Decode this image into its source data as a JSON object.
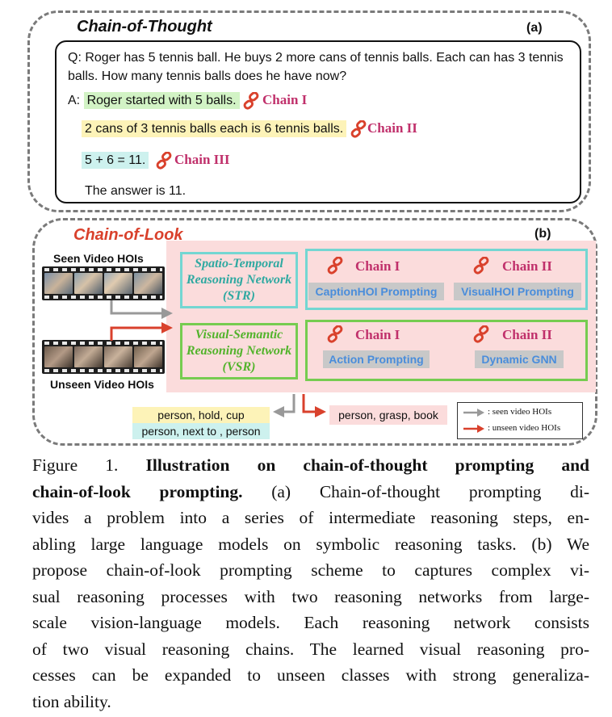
{
  "panel_a": {
    "title": "Chain-of-Thought",
    "tag": "(a)",
    "question_line1": "Q: Roger has 5 tennis ball. He buys 2 more cans of tennis balls. Each can has 3 tennis",
    "question_line2": "balls. How many tennis balls does he have now?",
    "answer_prefix": "A:",
    "step1": "Roger started with 5 balls.",
    "chain1": "Chain I",
    "step2": "2 cans of 3 tennis balls  each is 6 tennis balls.",
    "chain2": "Chain II",
    "step3": "5 + 6 = 11.",
    "chain3": "Chain III",
    "final": "The answer is 11."
  },
  "panel_b": {
    "title": "Chain-of-Look",
    "tag": "(b)",
    "seen_label": "Seen Video HOIs",
    "unseen_label": "Unseen Video HOIs",
    "str_box": [
      "Spatio-Temporal",
      "Reasoning Network",
      "(STR)"
    ],
    "vsr_box": [
      "Visual-Semantic",
      "Reasoning Network",
      "(VSR)"
    ],
    "str_chains": {
      "chain1": "Chain I",
      "chain2": "Chain II",
      "prompt1": "CaptionHOI Prompting",
      "prompt2": "VisualHOI Prompting"
    },
    "vsr_chains": {
      "chain1": "Chain I",
      "chain2": "Chain II",
      "prompt1": "Action Prompting",
      "prompt2": "Dynamic GNN"
    },
    "seen_out1": "person, hold, cup",
    "seen_out2": "person, next to , person",
    "unseen_out": "person, grasp, book",
    "legend_seen": ": seen video HOIs",
    "legend_unseen": ": unseen video HOIs",
    "colors": {
      "teal_box": "#74d6d2",
      "green_box": "#76cc50",
      "teal_text": "#2fa9a1",
      "green_text": "#52b32b",
      "red_arrow": "#d9412c",
      "gray_arrow": "#999999",
      "chain_link": "#d9412c"
    }
  },
  "caption": {
    "lines": [
      [
        "Figure 1. ",
        "Illustration on chain-of-thought prompting and",
        ""
      ],
      [
        "",
        "chain-of-look prompting.",
        "  (a) Chain-of-thought prompting di-"
      ],
      [
        "",
        "",
        "vides a problem into a series of intermediate reasoning steps, en-"
      ],
      [
        "",
        "",
        "abling large language models on symbolic reasoning tasks. (b) We"
      ],
      [
        "",
        "",
        "propose chain-of-look prompting scheme to captures complex vi-"
      ],
      [
        "",
        "",
        "sual reasoning processes with two reasoning networks from large-"
      ],
      [
        "",
        "",
        "scale vision-language models.  Each reasoning network consists"
      ],
      [
        "",
        "",
        "of two visual reasoning chains. The learned visual reasoning pro-"
      ],
      [
        "",
        "",
        "cesses can be expanded to unseen classes with strong generaliza-"
      ],
      [
        "",
        "",
        "tion ability."
      ]
    ]
  }
}
